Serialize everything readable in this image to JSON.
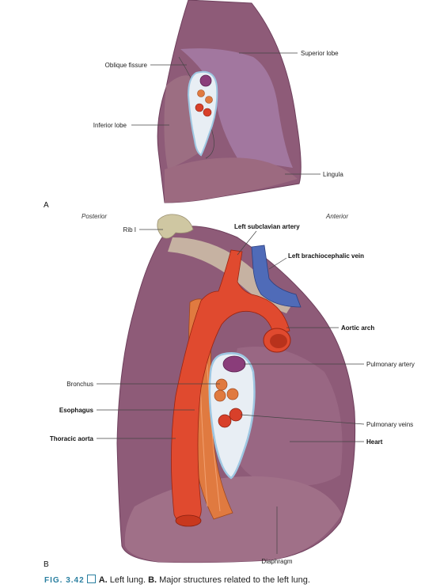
{
  "panel_a": {
    "letter": "A",
    "labels": {
      "oblique_fissure": "Oblique fissure",
      "superior_lobe": "Superior lobe",
      "inferior_lobe": "Inferior lobe",
      "lingula": "Lingula"
    }
  },
  "panel_b": {
    "letter": "B",
    "orientation": {
      "posterior": "Posterior",
      "anterior": "Anterior"
    },
    "labels": {
      "rib_i": "Rib I",
      "left_subclavian_artery": "Left subclavian artery",
      "left_brachiocephalic_vein": "Left brachiocephalic vein",
      "aortic_arch": "Aortic arch",
      "pulmonary_artery": "Pulmonary artery",
      "bronchus": "Bronchus",
      "esophagus": "Esophagus",
      "thoracic_aorta": "Thoracic aorta",
      "pulmonary_veins": "Pulmonary veins",
      "heart": "Heart",
      "diaphragm": "Diaphragm"
    }
  },
  "caption": {
    "fig_number": "FIG. 3.42",
    "part_a_letter": "A.",
    "part_a_text": " Left lung.",
    "part_b_letter": "B.",
    "part_b_text": " Major structures related to the left lung."
  },
  "colors": {
    "lung": "#8e5b78",
    "lung_dark": "#6e3f5c",
    "lobe_light": "#a67da6",
    "inferior_lobe": "#946a80",
    "aorta": "#e04a2f",
    "esophagus": "#e07a40",
    "vein_blue": "#4f6bb8",
    "bone": "#cfc7a2",
    "hilum_border": "#9ec7e2"
  }
}
